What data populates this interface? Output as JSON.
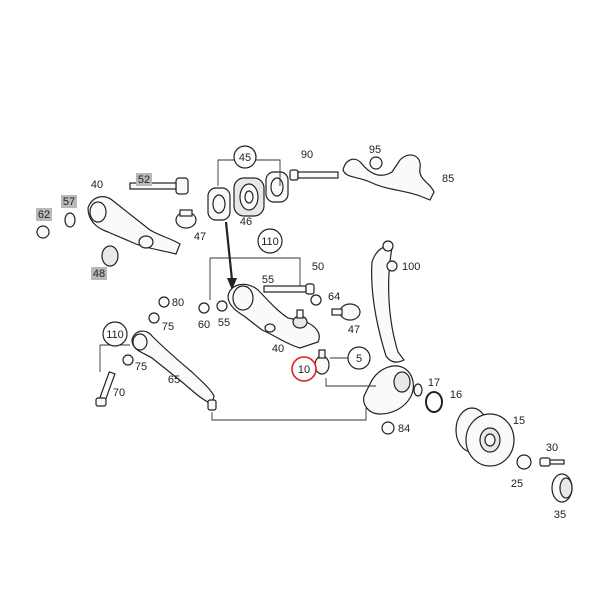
{
  "colors": {
    "background": "#ffffff",
    "line": "#222222",
    "highlight_box": "#b9b9b9",
    "selected_circle": "#e02020"
  },
  "labels": {
    "l45": "45",
    "l90": "90",
    "l95": "95",
    "l85": "85",
    "l46": "46",
    "l52": "52",
    "l40a": "40",
    "l57": "57",
    "l62": "62",
    "l47a": "47",
    "l48": "48",
    "l110a": "110",
    "l55a": "55",
    "l50": "50",
    "l100": "100",
    "l64": "64",
    "l80": "80",
    "l75a": "75",
    "l60": "60",
    "l55b": "55",
    "l47b": "47",
    "l40b": "40",
    "l110b": "110",
    "l75b": "75",
    "l65": "65",
    "l70": "70",
    "l10": "10",
    "l5": "5",
    "l17": "17",
    "l16": "16",
    "l15": "15",
    "l84": "84",
    "l30": "30",
    "l25": "25",
    "l35": "35"
  }
}
